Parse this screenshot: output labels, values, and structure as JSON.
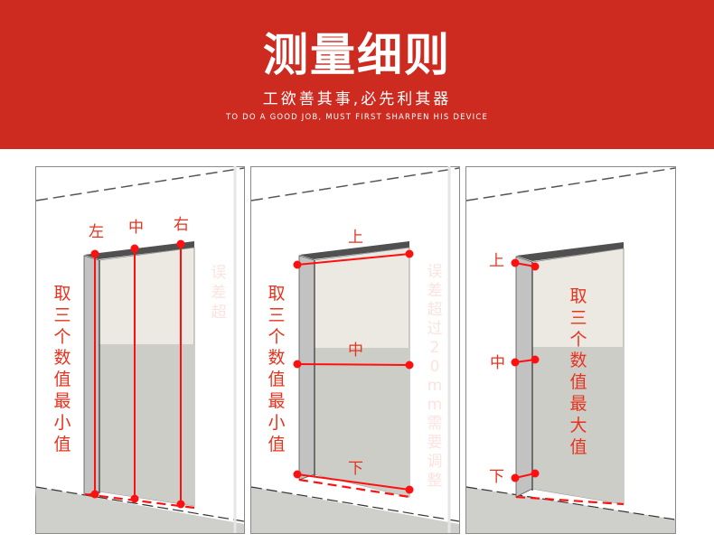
{
  "header": {
    "title": "测量细则",
    "subtitle": "工欲善其事,必先利其器",
    "subtitle_en": "TO DO A GOOD JOB, MUST FIRST SHARPEN HIS DEVICE",
    "background_color": "#cd2a20"
  },
  "colors": {
    "accent_red": "#e8321e",
    "marker_red": "#ff1010",
    "wall_white": "#ffffff",
    "floor_gray": "#cfcfcb",
    "frame_gray": "#c4c4c4",
    "glass_light": "#ebe9e1"
  },
  "panels": [
    {
      "id": "width-measurement",
      "markers": {
        "left": "左",
        "middle": "中",
        "right": "右"
      },
      "instruction": [
        "取",
        "三",
        "个",
        "数",
        "值",
        "最",
        "小",
        "值"
      ],
      "ghost_note": [
        "误",
        "差",
        "超"
      ]
    },
    {
      "id": "height-measurement",
      "markers": {
        "top": "上",
        "middle": "中",
        "bottom": "下"
      },
      "instruction": [
        "取",
        "三",
        "个",
        "数",
        "值",
        "最",
        "小",
        "值"
      ],
      "ghost_note": [
        "误",
        "差",
        "超",
        "过",
        "2",
        "0",
        "m",
        "m",
        "需",
        "要",
        "调",
        "整"
      ]
    },
    {
      "id": "depth-measurement",
      "markers": {
        "top": "上",
        "middle": "中",
        "bottom": "下"
      },
      "instruction": [
        "取",
        "三",
        "个",
        "数",
        "值",
        "最",
        "大",
        "值"
      ]
    }
  ]
}
